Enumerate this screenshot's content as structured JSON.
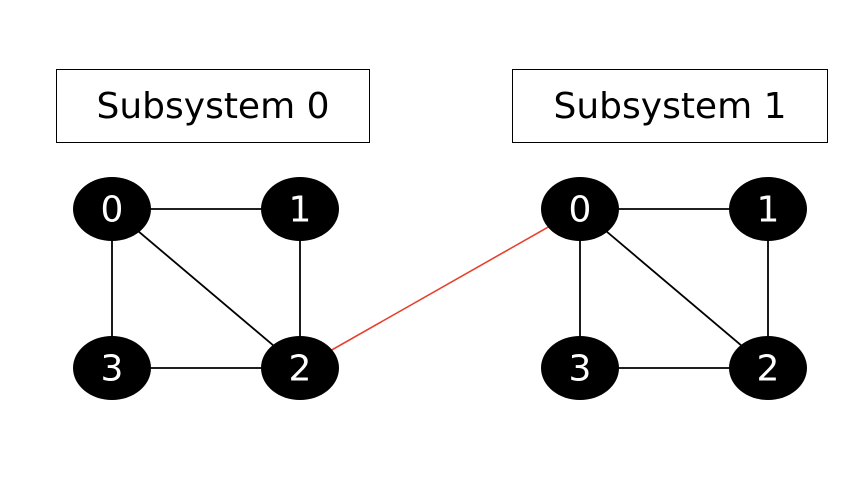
{
  "subsystems": [
    {
      "title": "Subsystem 0",
      "nodes": [
        "0",
        "1",
        "2",
        "3"
      ],
      "edges": [
        [
          "0",
          "1"
        ],
        [
          "0",
          "3"
        ],
        [
          "0",
          "2"
        ],
        [
          "1",
          "2"
        ],
        [
          "3",
          "2"
        ]
      ]
    },
    {
      "title": "Subsystem 1",
      "nodes": [
        "0",
        "1",
        "2",
        "3"
      ],
      "edges": [
        [
          "0",
          "1"
        ],
        [
          "0",
          "3"
        ],
        [
          "0",
          "2"
        ],
        [
          "1",
          "2"
        ],
        [
          "3",
          "2"
        ]
      ]
    }
  ],
  "inter_edge": {
    "from": {
      "subsystem": 0,
      "node": "2"
    },
    "to": {
      "subsystem": 1,
      "node": "0"
    }
  },
  "colors": {
    "node_fill": "#000000",
    "node_text": "#ffffff",
    "edge": "#000000",
    "inter_edge": "#e8412f"
  }
}
